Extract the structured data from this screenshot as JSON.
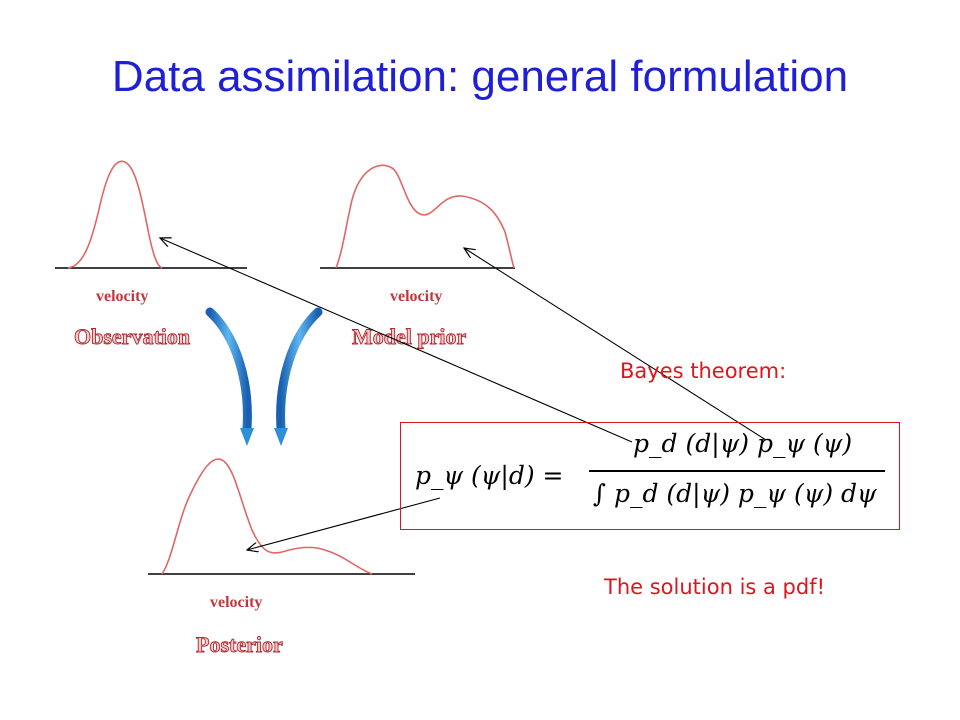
{
  "slide": {
    "title": "Data assimilation: general formulation"
  },
  "panels": [
    {
      "axis_label": "velocity",
      "name": "Observation"
    },
    {
      "axis_label": "velocity",
      "name": "Model prior"
    },
    {
      "axis_label": "velocity",
      "name": "Posterior"
    }
  ],
  "bayes_label": "Bayes theorem:",
  "formula": {
    "lhs": "p_ψ (ψ|d) =",
    "numerator": "p_d (d|ψ) p_ψ (ψ)",
    "denominator": "∫ p_d (d|ψ) p_ψ (ψ)  dψ"
  },
  "conclusion": "The solution is a pdf!",
  "colors": {
    "title": "#1f1fd6",
    "curve": "#e06666",
    "note": "#e0141e",
    "arrow_blue": "#2f8fd8"
  }
}
